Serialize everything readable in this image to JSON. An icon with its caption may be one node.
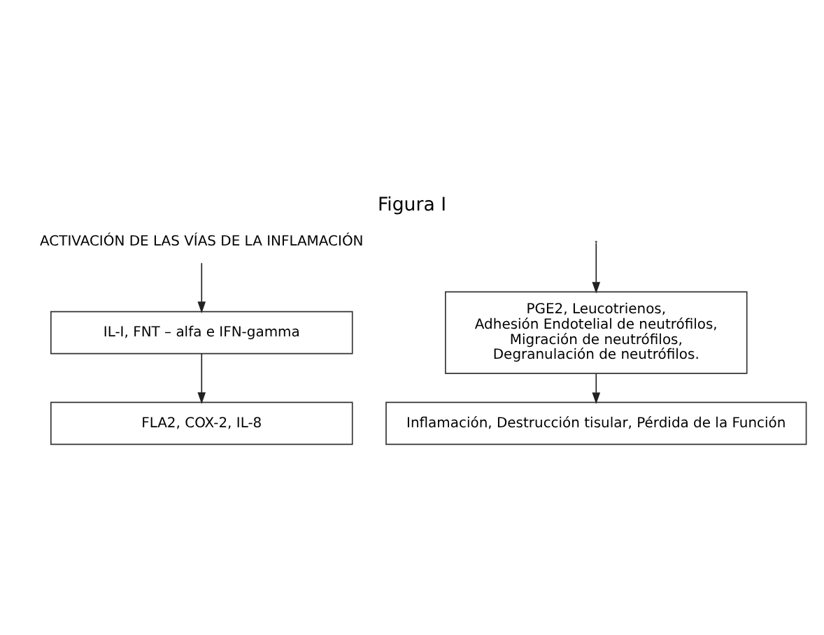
{
  "diagram": {
    "title": "Figura I",
    "nodes": [
      {
        "text": [
          "ACTIVACIÓN DE LAS VÍAS DE LA INFLAMACIÓN"
        ]
      },
      {
        "text": [
          "IL-I, FNT – alfa e IFN-gamma"
        ]
      },
      {
        "text": [
          "FLA2, COX-2, IL-8"
        ]
      },
      {
        "text": [
          "PGE2, Leucotrienos, Adhesión Endotelial de neutrófilos, Migración de neutrófilos, Degranulación de neutrófilos."
        ]
      },
      {
        "text": [
          "Inflamación, Destrucción tisular, Pérdida de la Función"
        ]
      }
    ],
    "edges": [
      {
        "from": 0,
        "to": 1,
        "arrow": "to"
      },
      {
        "from": 1,
        "to": 2,
        "arrow": "to"
      },
      {
        "from": null,
        "to": 3,
        "arrow": "to"
      },
      {
        "from": 3,
        "to": 4,
        "arrow": "to"
      }
    ]
  }
}
